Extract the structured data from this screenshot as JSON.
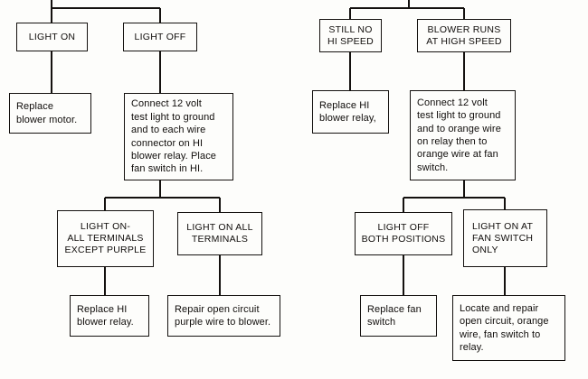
{
  "diagram": {
    "title": "Blower motor HI speed troubleshooting flowchart",
    "background_color": "#fdfdfb",
    "line_color": "#14110f",
    "text_color": "#100d0b"
  },
  "branches": {
    "left": {
      "name": "hi-blower-relay-branch",
      "nodes": {
        "light_on": "LIGHT ON",
        "light_off": "LIGHT OFF",
        "replace_blower_motor": "Replace\nblower motor.",
        "connect_test_light": "Connect 12 volt\ntest light to ground\nand to each wire\nconnector on HI\nblower relay. Place\nfan switch in HI.",
        "light_on_except_purple": "LIGHT ON-\nALL TERMINALS\nEXCEPT PURPLE",
        "light_on_all_terminals": "LIGHT ON ALL\nTERMINALS",
        "replace_hi_blower_relay": "Replace HI\nblower relay.",
        "repair_purple_wire": "Repair open circuit\npurple wire to blower."
      }
    },
    "right": {
      "name": "fan-switch-branch",
      "nodes": {
        "still_no_hi_speed": "STILL NO\nHI SPEED",
        "blower_runs_high": "BLOWER RUNS\nAT HIGH SPEED",
        "replace_hi_blower_relay": "Replace HI\nblower relay,",
        "connect_test_light_orange": "Connect 12 volt\ntest light to ground\nand to orange wire\non relay then to\norange wire at fan\nswitch.",
        "light_off_both_positions": "LIGHT OFF\nBOTH POSITIONS",
        "light_on_fan_switch_only": "LIGHT ON AT\nFAN SWITCH\nONLY",
        "replace_fan_switch": "Replace fan\nswitch",
        "locate_repair_orange": "Locate and repair\nopen circuit, orange\nwire, fan switch to\nrelay."
      }
    }
  }
}
